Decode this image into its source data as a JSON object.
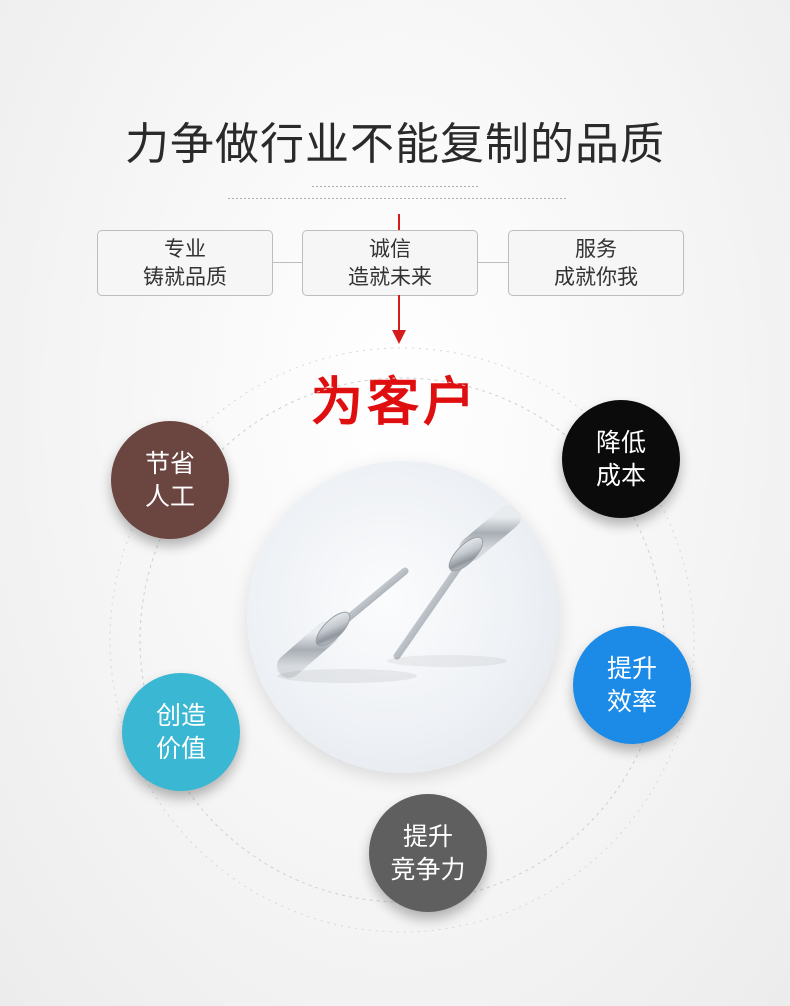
{
  "headline": "力争做行业不能复制的品质",
  "boxes": [
    {
      "line1": "专业",
      "line2": "铸就品质"
    },
    {
      "line1": "诚信",
      "line2": "造就未来"
    },
    {
      "line1": "服务",
      "line2": "成就你我"
    }
  ],
  "slogan": "为客户",
  "bubbles": [
    {
      "line1": "节省",
      "line2": "人工",
      "color": "#6b4540"
    },
    {
      "line1": "降低",
      "line2": "成本",
      "color": "#0b0b0b"
    },
    {
      "line1": "创造",
      "line2": "价值",
      "color": "#3ab7d2"
    },
    {
      "line1": "提升",
      "line2": "效率",
      "color": "#1c8be8"
    },
    {
      "line1": "提升",
      "line2": "竞争力",
      "color": "#5f5f5f"
    }
  ],
  "accent_color": "#e00f0f",
  "center_image": "rivet-photo-icon"
}
